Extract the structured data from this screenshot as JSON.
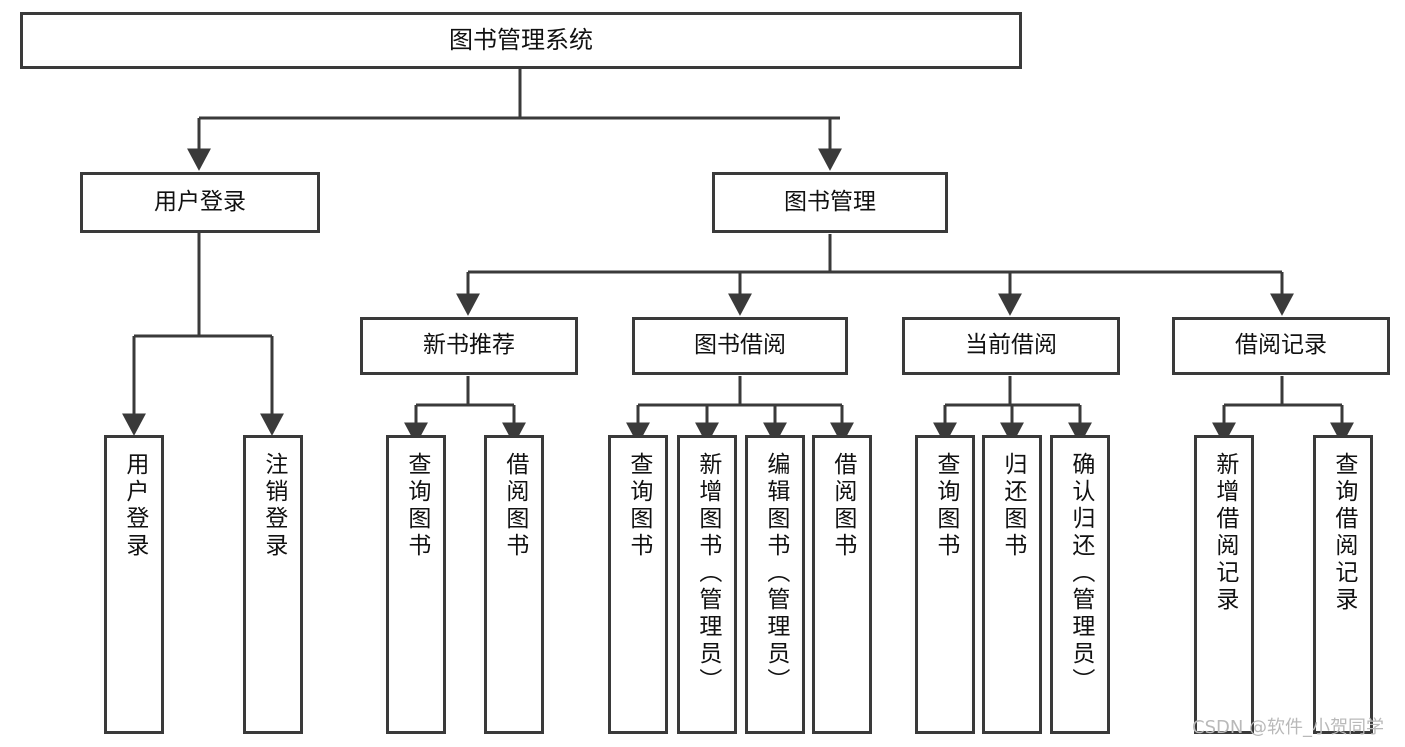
{
  "diagram": {
    "title": "图书管理系统",
    "type": "tree",
    "style": {
      "box_border_color": "#3a3a3a",
      "box_fill_color": "#ffffff",
      "text_color": "#111111",
      "connector_color": "#3a3a3a",
      "background_color": "#ffffff",
      "watermark_color": "#b9b9b9"
    },
    "nodes": {
      "root": {
        "label": "图书管理系统",
        "level": 1
      },
      "user_login": {
        "label": "用户登录",
        "level": 2
      },
      "book_manage": {
        "label": "图书管理",
        "level": 2
      },
      "new_book_rec": {
        "label": "新书推荐",
        "level": 3
      },
      "book_borrow": {
        "label": "图书借阅",
        "level": 3
      },
      "current_borrow": {
        "label": "当前借阅",
        "level": 3
      },
      "borrow_record": {
        "label": "借阅记录",
        "level": 3
      },
      "leaf_user_login": {
        "label": "用户登录",
        "level": 3
      },
      "leaf_logout": {
        "label": "注销登录",
        "level": 3
      },
      "leaf_query_book_a": {
        "label": "查询图书",
        "level": 4
      },
      "leaf_borrow_book_a": {
        "label": "借阅图书",
        "level": 4
      },
      "leaf_query_book_b": {
        "label": "查询图书",
        "level": 4
      },
      "leaf_add_book": {
        "label": "新增图书（管理员）",
        "level": 4
      },
      "leaf_edit_book": {
        "label": "编辑图书（管理员）",
        "level": 4
      },
      "leaf_borrow_book_b": {
        "label": "借阅图书",
        "level": 4
      },
      "leaf_query_book_c": {
        "label": "查询图书",
        "level": 4
      },
      "leaf_return_book": {
        "label": "归还图书",
        "level": 4
      },
      "leaf_confirm_return": {
        "label": "确认归还（管理员）",
        "level": 4
      },
      "leaf_add_record": {
        "label": "新增借阅记录",
        "level": 4
      },
      "leaf_query_record": {
        "label": "查询借阅记录",
        "level": 4
      }
    },
    "edges": [
      {
        "from": "root",
        "to": "user_login"
      },
      {
        "from": "root",
        "to": "book_manage"
      },
      {
        "from": "user_login",
        "to": "leaf_user_login"
      },
      {
        "from": "user_login",
        "to": "leaf_logout"
      },
      {
        "from": "book_manage",
        "to": "new_book_rec"
      },
      {
        "from": "book_manage",
        "to": "book_borrow"
      },
      {
        "from": "book_manage",
        "to": "current_borrow"
      },
      {
        "from": "book_manage",
        "to": "borrow_record"
      },
      {
        "from": "new_book_rec",
        "to": "leaf_query_book_a"
      },
      {
        "from": "new_book_rec",
        "to": "leaf_borrow_book_a"
      },
      {
        "from": "book_borrow",
        "to": "leaf_query_book_b"
      },
      {
        "from": "book_borrow",
        "to": "leaf_add_book"
      },
      {
        "from": "book_borrow",
        "to": "leaf_edit_book"
      },
      {
        "from": "book_borrow",
        "to": "leaf_borrow_book_b"
      },
      {
        "from": "current_borrow",
        "to": "leaf_query_book_c"
      },
      {
        "from": "current_borrow",
        "to": "leaf_return_book"
      },
      {
        "from": "current_borrow",
        "to": "leaf_confirm_return"
      },
      {
        "from": "borrow_record",
        "to": "leaf_add_record"
      },
      {
        "from": "borrow_record",
        "to": "leaf_query_record"
      }
    ]
  },
  "watermark": {
    "text": "CSDN @软件_小贺同学"
  }
}
